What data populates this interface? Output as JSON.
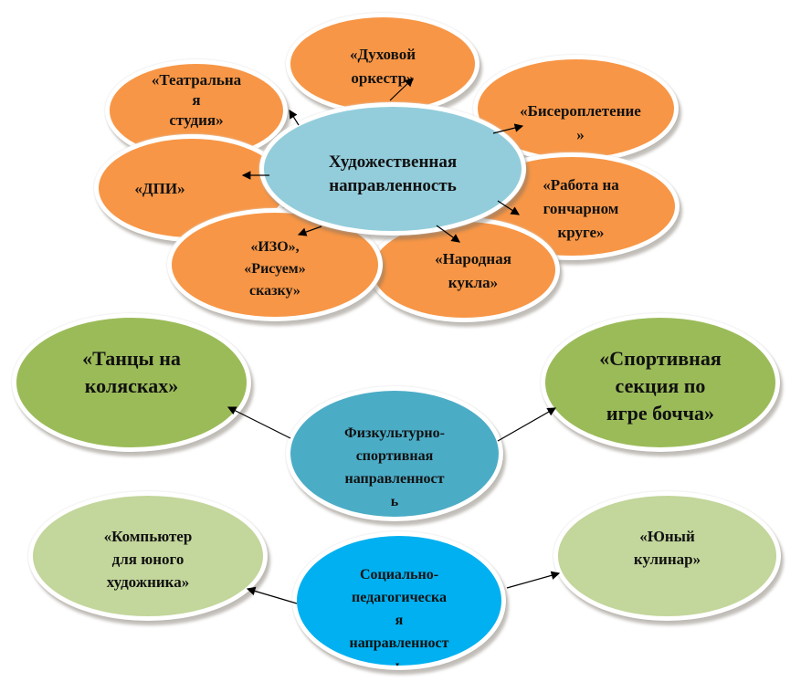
{
  "colors": {
    "orange": "#f79646",
    "center_blue": "#93cddb",
    "green": "#9bbb59",
    "sport_blue": "#4bacc6",
    "light_green": "#c3d69b",
    "social_blue": "#00b0f0"
  },
  "art": {
    "center": "Художественная\nнаправленность",
    "teatr": "«Театральна\nя\nстудия»",
    "orkestr": "«Духовой\nоркестр»",
    "biser": "«Бисероплетение\n»",
    "dpi": "«ДПИ»",
    "gonchar": "«Работа на\nгончарном\nкруге»",
    "izo": "«ИЗО»,\n«Рисуем»\nсказку»",
    "kukla": "«Народная\nкукла»"
  },
  "sport": {
    "center": "Физкультурно-\nспортивная\nнаправленност\nь",
    "tancy": "«Танцы на\nколясках»",
    "bochcha": "«Спортивная\nсекция по\nигре бочча»"
  },
  "social": {
    "center": "Социально-\nпедагогическа\nя\nнаправленност\nь",
    "komp": "«Компьютер\nдля юного\nхудожника»",
    "kulinar": "«Юный\nкулинар»"
  }
}
